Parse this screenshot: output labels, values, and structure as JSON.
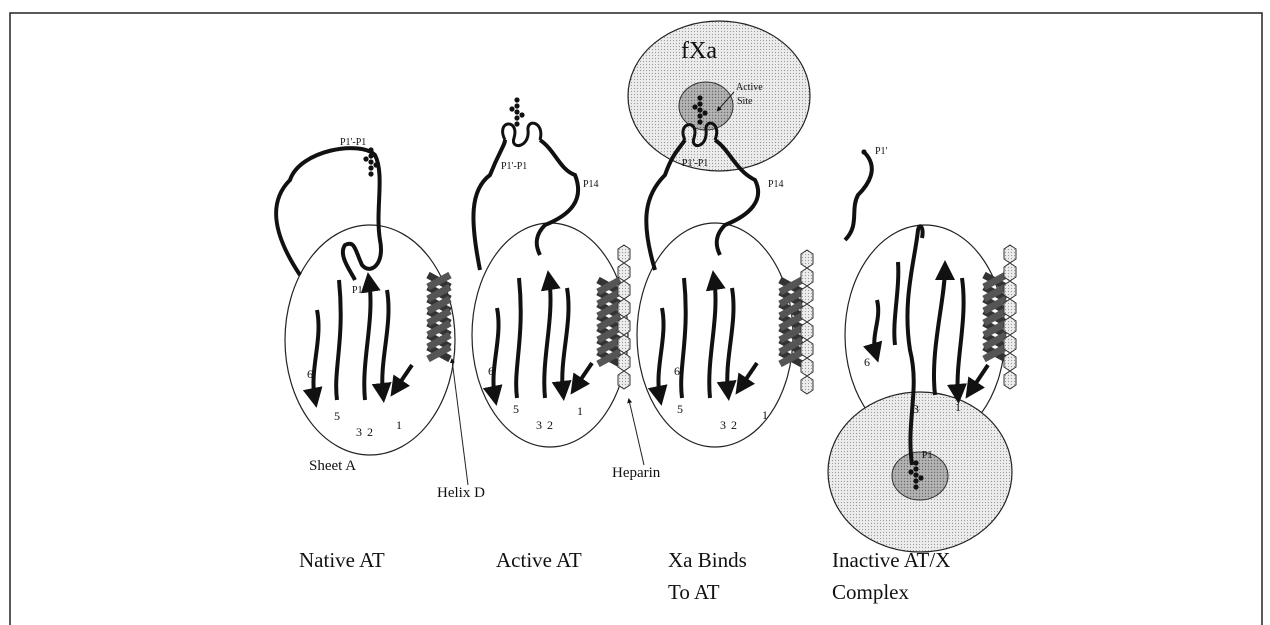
{
  "figure": {
    "panels": [
      {
        "caption_lines": [
          "Native AT"
        ]
      },
      {
        "caption_lines": [
          "Active AT"
        ]
      },
      {
        "caption_lines": [
          "Xa Binds",
          "To AT"
        ]
      },
      {
        "caption_lines": [
          "Inactive AT/X",
          "Complex"
        ]
      }
    ],
    "labels": {
      "sheet_a": "Sheet A",
      "helix_d": "Helix D",
      "heparin": "Heparin",
      "fxa": "fXa",
      "active_site_line1": "Active",
      "active_site_line2": "Site",
      "p1prime_p1": "P1'-P1",
      "p14": "P14",
      "p1prime": "P1'",
      "p1": "P1"
    },
    "strand_numbers": {
      "s1": "1",
      "s2": "2",
      "s3": "3",
      "s5": "5",
      "s6": "6"
    }
  },
  "colors": {
    "line": "#111111",
    "region_fill": "#e4e4e4",
    "site_fill": "#a8a8a8",
    "helix_fill": "#555555",
    "heparin_fill": "#cfcfcf"
  }
}
